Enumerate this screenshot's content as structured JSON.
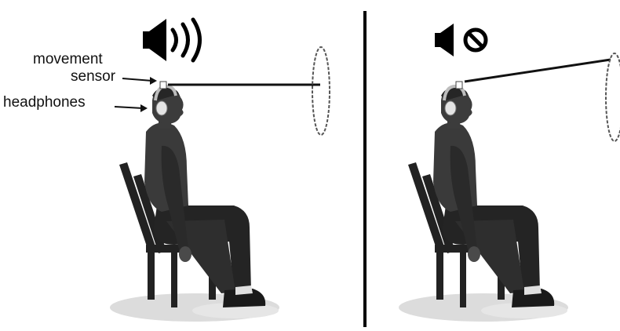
{
  "labels": {
    "movement": "movement",
    "sensor": "sensor",
    "headphones": "headphones"
  },
  "panels": [
    {
      "state": "sound-on",
      "icon": "speaker-sound-waves-icon"
    },
    {
      "state": "sound-off",
      "icon": "speaker-muted-icon"
    }
  ],
  "colors": {
    "figure": "#3a3a3a",
    "figure_dark": "#1e1e1e",
    "chair": "#222222",
    "shadow": "#dcdcdc",
    "line": "#111111"
  }
}
